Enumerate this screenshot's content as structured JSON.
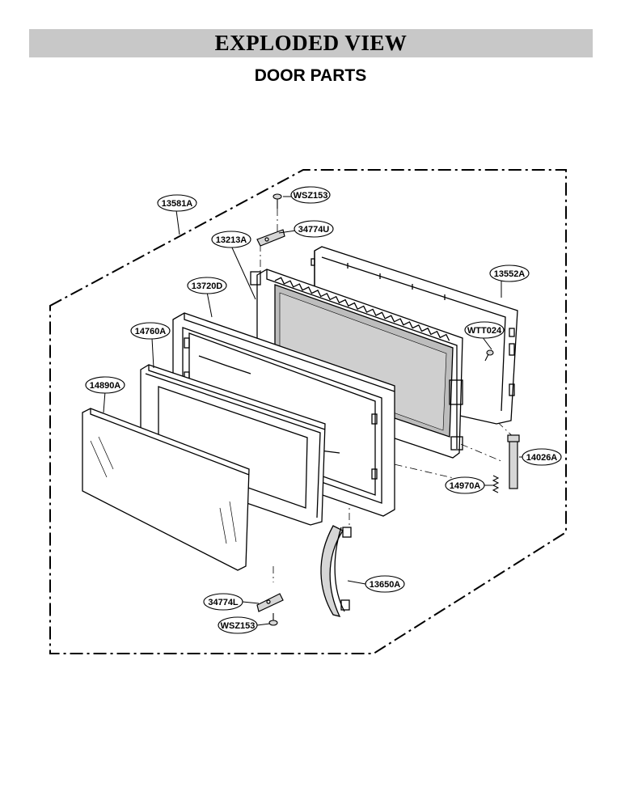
{
  "header": {
    "title": "EXPLODED VIEW",
    "subtitle": "DOOR PARTS"
  },
  "parts": [
    {
      "id": "13581A"
    },
    {
      "id": "WSZ153"
    },
    {
      "id": "34774U"
    },
    {
      "id": "13213A"
    },
    {
      "id": "13552A"
    },
    {
      "id": "13720D"
    },
    {
      "id": "14760A"
    },
    {
      "id": "WTT024"
    },
    {
      "id": "14890A"
    },
    {
      "id": "14026A"
    },
    {
      "id": "14970A"
    },
    {
      "id": "13650A"
    },
    {
      "id": "34774L"
    },
    {
      "id": "WSZ153"
    }
  ]
}
